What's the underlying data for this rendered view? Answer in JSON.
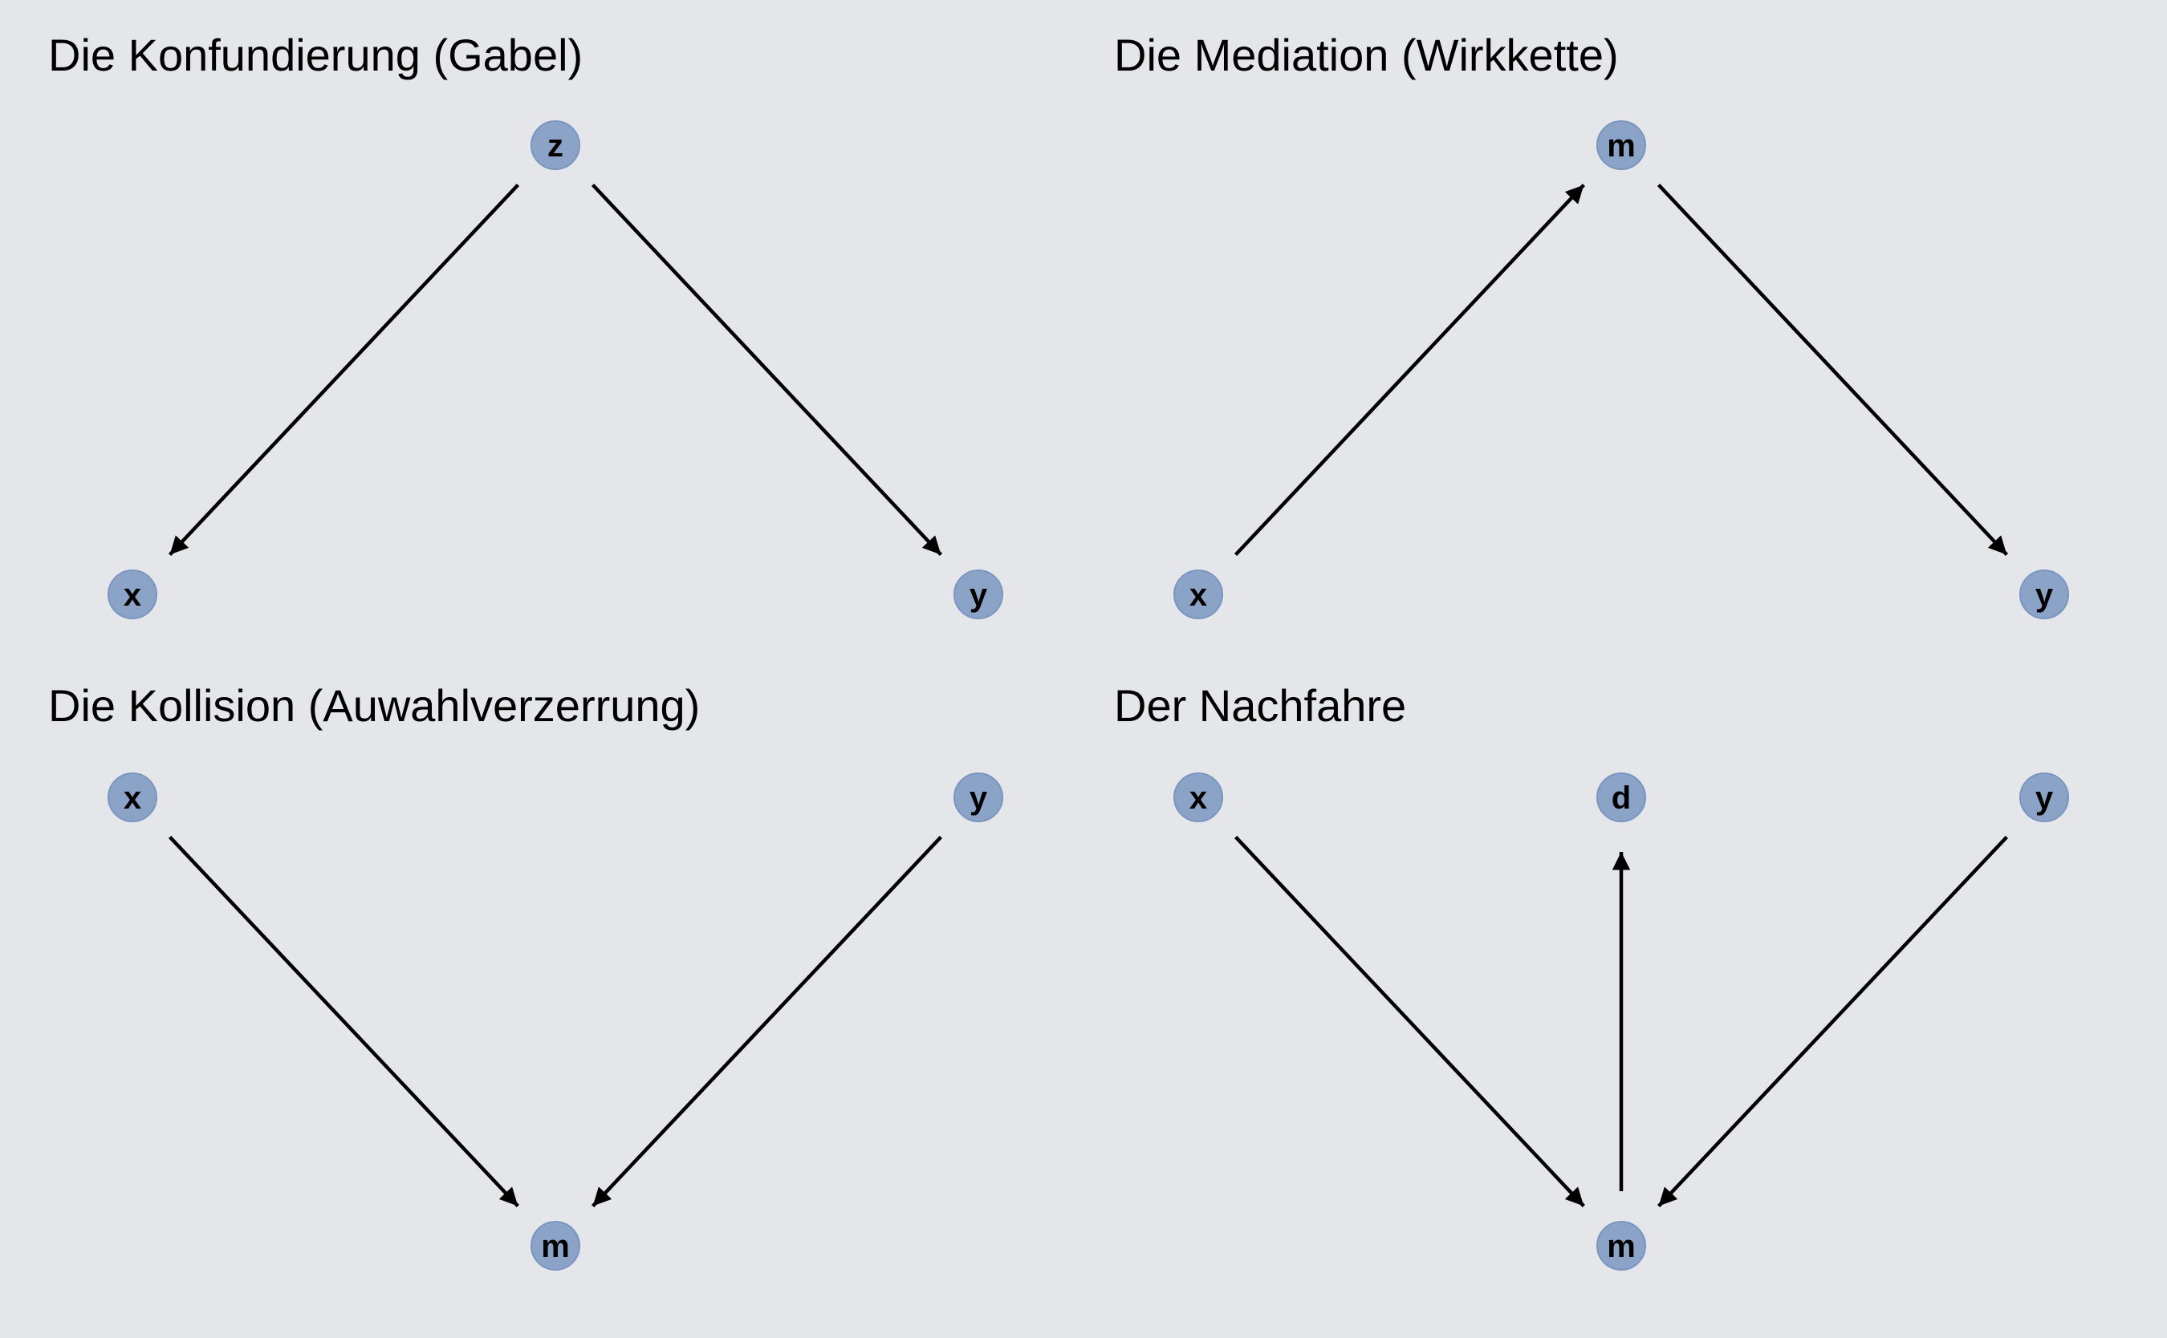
{
  "colors": {
    "background": "#E4E6EA",
    "node_fill": "#8BA3C7",
    "node_stroke": "#7A95BF",
    "edge": "#000000",
    "text": "#000000"
  },
  "panels": [
    {
      "title": "Die Konfundierung (Gabel)",
      "nodes": [
        {
          "id": "z",
          "label": "z"
        },
        {
          "id": "x",
          "label": "x"
        },
        {
          "id": "y",
          "label": "y"
        }
      ],
      "edges": [
        {
          "from": "z",
          "to": "x"
        },
        {
          "from": "z",
          "to": "y"
        }
      ]
    },
    {
      "title": "Die Mediation (Wirkkette)",
      "nodes": [
        {
          "id": "m",
          "label": "m"
        },
        {
          "id": "x",
          "label": "x"
        },
        {
          "id": "y",
          "label": "y"
        }
      ],
      "edges": [
        {
          "from": "x",
          "to": "m"
        },
        {
          "from": "m",
          "to": "y"
        }
      ]
    },
    {
      "title": "Die Kollision (Auwahlverzerrung)",
      "nodes": [
        {
          "id": "x",
          "label": "x"
        },
        {
          "id": "y",
          "label": "y"
        },
        {
          "id": "m",
          "label": "m"
        }
      ],
      "edges": [
        {
          "from": "x",
          "to": "m"
        },
        {
          "from": "y",
          "to": "m"
        }
      ]
    },
    {
      "title": "Der Nachfahre",
      "nodes": [
        {
          "id": "x",
          "label": "x"
        },
        {
          "id": "d",
          "label": "d"
        },
        {
          "id": "y",
          "label": "y"
        },
        {
          "id": "m",
          "label": "m"
        }
      ],
      "edges": [
        {
          "from": "x",
          "to": "m"
        },
        {
          "from": "y",
          "to": "m"
        },
        {
          "from": "m",
          "to": "d"
        }
      ]
    }
  ]
}
